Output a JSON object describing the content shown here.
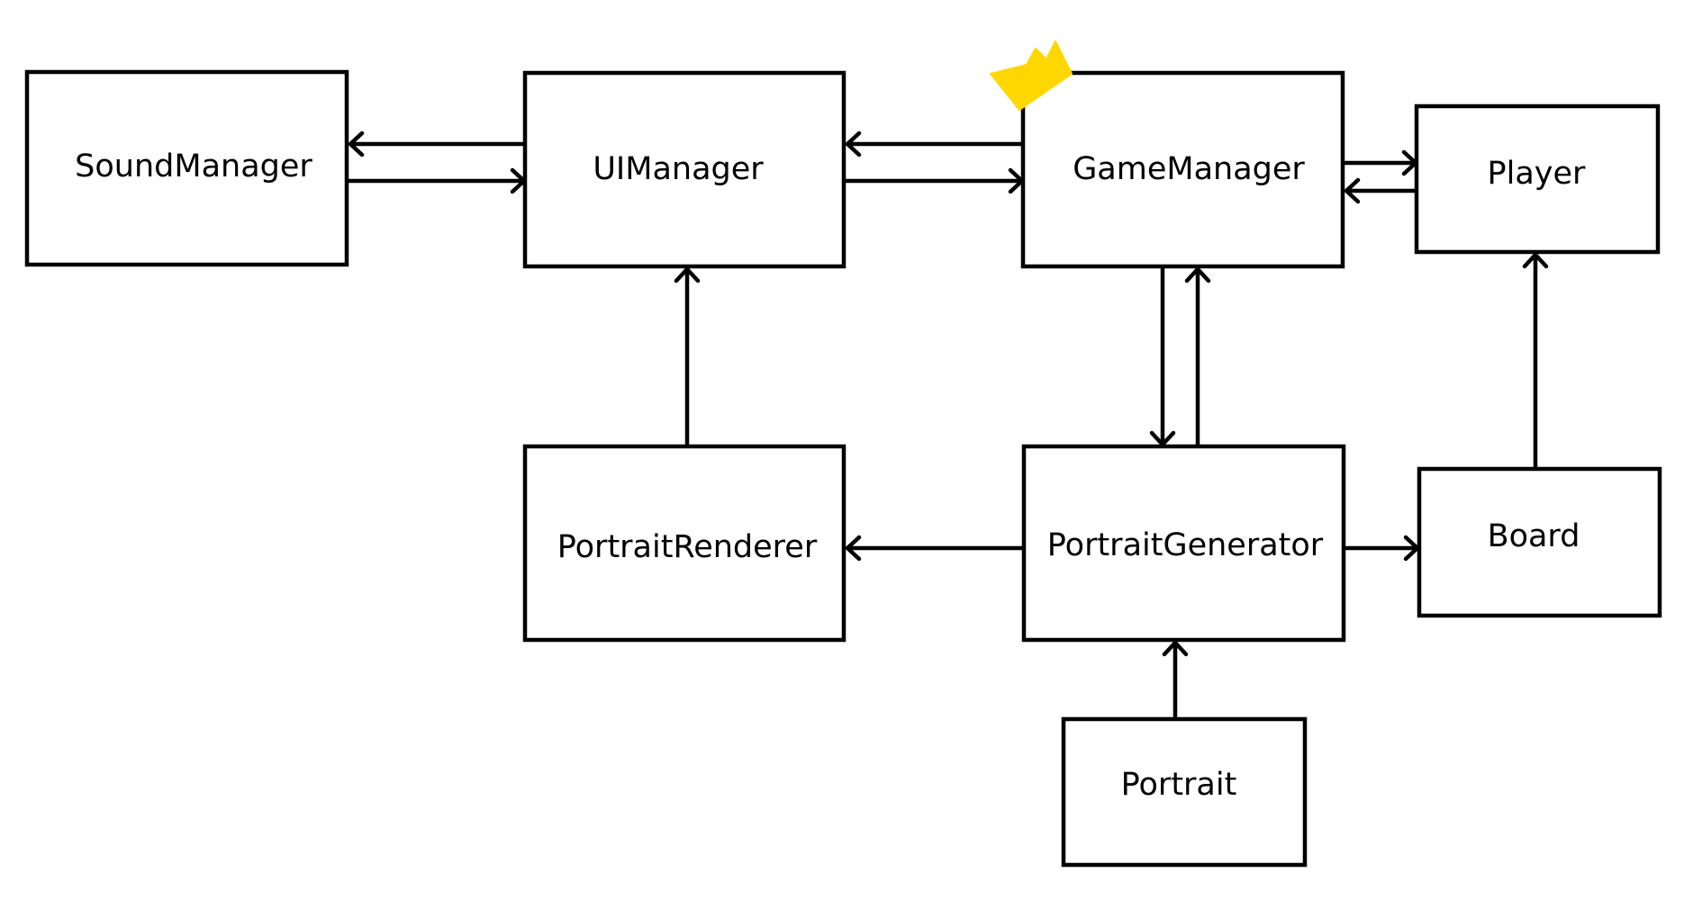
{
  "colors": {
    "line": "#000000",
    "background": "#ffffff",
    "crown": "#ffd700"
  },
  "nodes": {
    "sound_manager": "SoundManager",
    "ui_manager": "UIManager",
    "game_manager": "GameManager",
    "player": "Player",
    "portrait_renderer": "PortraitRenderer",
    "portrait_generator": "PortraitGenerator",
    "board": "Board",
    "portrait": "Portrait"
  },
  "icons": {
    "game_manager_badge": "crown-icon"
  }
}
